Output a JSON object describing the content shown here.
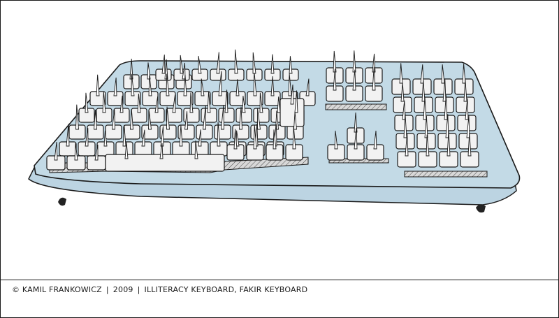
{
  "caption": {
    "credit": "© KAMIL FRANKOWICZ",
    "separator": "|",
    "year": "2009",
    "title": "ILLITERACY KEYBOARD, FAKIR KEYBOARD"
  },
  "colors": {
    "board_fill": "#c3dae6",
    "key_fill": "#f2f2f2",
    "ink": "#1a1a1a",
    "frame_border": "#1a1a1a"
  },
  "icons": {
    "illustration": "spiked-keyboard-icon"
  }
}
